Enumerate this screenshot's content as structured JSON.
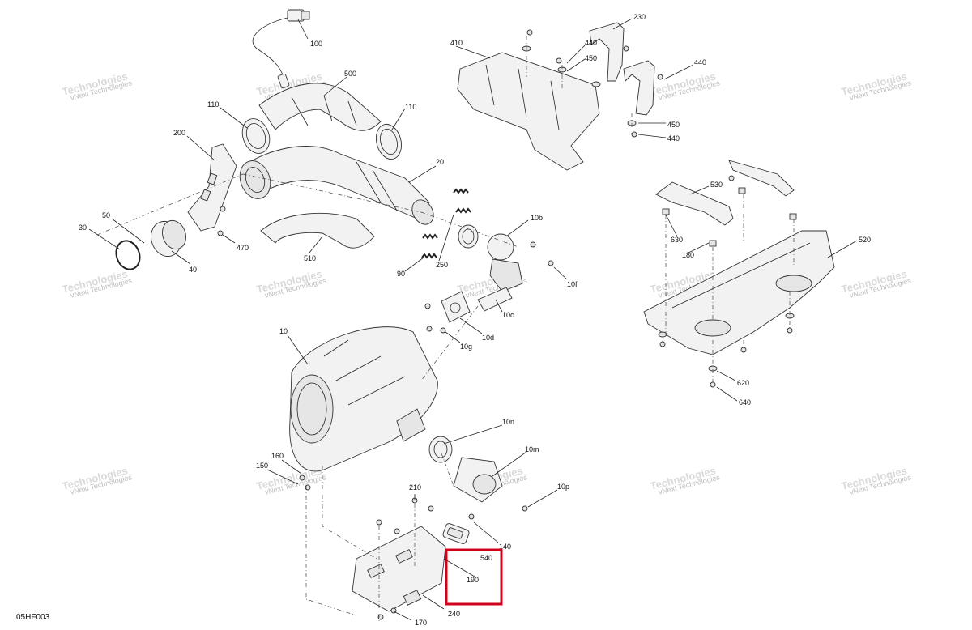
{
  "diagram": {
    "code": "05HF003",
    "watermark": {
      "line1": "vNext Technologies",
      "line2": "Technologies"
    },
    "callouts": [
      {
        "id": "c100",
        "label": "100"
      },
      {
        "id": "c500",
        "label": "500"
      },
      {
        "id": "c110a",
        "label": "110"
      },
      {
        "id": "c110b",
        "label": "110"
      },
      {
        "id": "c200",
        "label": "200"
      },
      {
        "id": "c20",
        "label": "20"
      },
      {
        "id": "c50",
        "label": "50"
      },
      {
        "id": "c30",
        "label": "30"
      },
      {
        "id": "c40",
        "label": "40"
      },
      {
        "id": "c470",
        "label": "470"
      },
      {
        "id": "c510",
        "label": "510"
      },
      {
        "id": "c90",
        "label": "90"
      },
      {
        "id": "c250",
        "label": "250"
      },
      {
        "id": "c10b",
        "label": "10b"
      },
      {
        "id": "c10f",
        "label": "10f"
      },
      {
        "id": "c10c",
        "label": "10c"
      },
      {
        "id": "c10d",
        "label": "10d"
      },
      {
        "id": "c10g",
        "label": "10g"
      },
      {
        "id": "c10",
        "label": "10"
      },
      {
        "id": "c10n",
        "label": "10n"
      },
      {
        "id": "c10m",
        "label": "10m"
      },
      {
        "id": "c10p",
        "label": "10p"
      },
      {
        "id": "c160",
        "label": "160"
      },
      {
        "id": "c150",
        "label": "150"
      },
      {
        "id": "c210",
        "label": "210"
      },
      {
        "id": "c140",
        "label": "140"
      },
      {
        "id": "c540",
        "label": "540"
      },
      {
        "id": "c190",
        "label": "190"
      },
      {
        "id": "c240",
        "label": "240"
      },
      {
        "id": "c170",
        "label": "170"
      },
      {
        "id": "c410",
        "label": "410"
      },
      {
        "id": "c230",
        "label": "230"
      },
      {
        "id": "c440a",
        "label": "440"
      },
      {
        "id": "c450a",
        "label": "450"
      },
      {
        "id": "c440b",
        "label": "440"
      },
      {
        "id": "c450b",
        "label": "450"
      },
      {
        "id": "c440c",
        "label": "440"
      },
      {
        "id": "c530",
        "label": "530"
      },
      {
        "id": "c630",
        "label": "630"
      },
      {
        "id": "c180",
        "label": "180"
      },
      {
        "id": "c520",
        "label": "520"
      },
      {
        "id": "c620",
        "label": "620"
      },
      {
        "id": "c640",
        "label": "640"
      }
    ],
    "highlight_color": "#d0021b"
  }
}
